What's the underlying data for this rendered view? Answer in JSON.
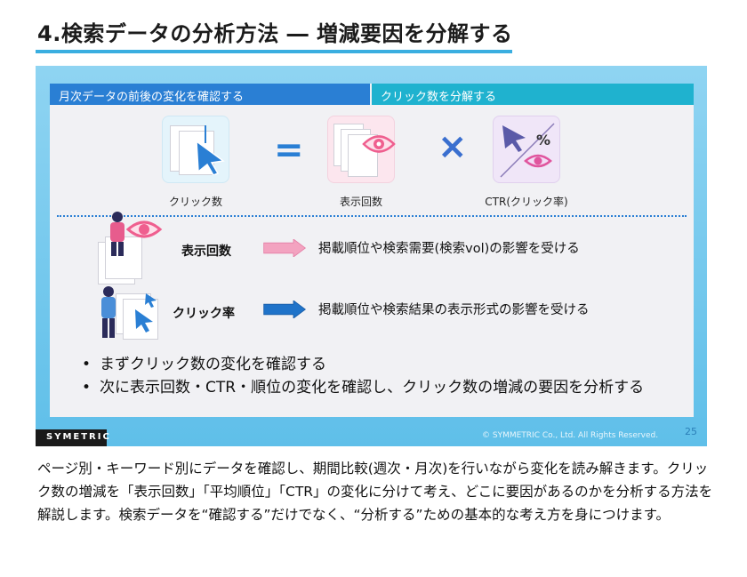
{
  "heading": "4.検索データの分析方法 ― 増減要因を分解する",
  "slide": {
    "tab_left": "月次データの前後の変化を確認する",
    "tab_right": "クリック数を分解する",
    "cards": [
      {
        "label": "クリック数",
        "icon": "cursor-icon"
      },
      {
        "label": "表示回数",
        "icon": "eye-icon"
      },
      {
        "label": "CTR(クリック率)",
        "icon": "percent-icon"
      }
    ],
    "operators": {
      "equals": "=",
      "times": "×"
    },
    "metrics": [
      {
        "label": "表示回数",
        "desc": "掲載順位や検索需要(検索vol)の影響を受ける",
        "arrow_color": "#f3a3c0"
      },
      {
        "label": "クリック率",
        "desc": "掲載順位や検索結果の表示形式の影響を受ける",
        "arrow_color": "#1f73c9"
      }
    ],
    "bullets": [
      "まずクリック数の変化を確認する",
      "次に表示回数・CTR・順位の変化を確認し、クリック数の増減の要因を分析する"
    ],
    "brand": "SYMETRIC",
    "copyright": "© SYMMETRIC Co., Ltd. All Rights Reserved.",
    "page_number": "25"
  },
  "caption": "ページ別・キーワード別にデータを確認し、期間比較(週次・月次)を行いながら変化を読み解きます。クリック数の増減を「表示回数」「平均順位」「CTR」の変化に分けて考え、どこに要因があるのかを分析する方法を解説します。検索データを“確認する”だけでなく、“分析する”ための基本的な考え方を身につけます。"
}
